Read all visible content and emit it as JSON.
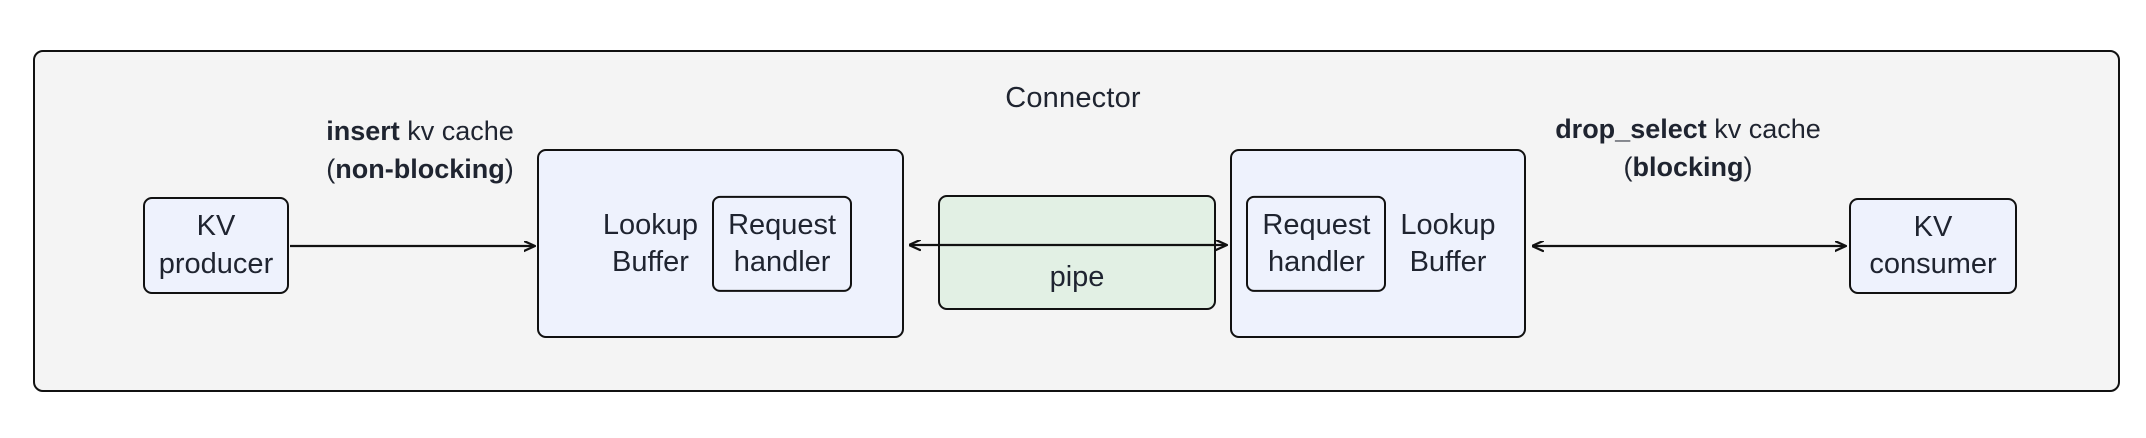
{
  "diagram": {
    "type": "flow-diagram",
    "title": "Connector",
    "background_color": "#ffffff",
    "frame": {
      "label": "Connector",
      "fill": "#f4f4f4",
      "stroke": "#111111"
    },
    "colors": {
      "node_fill": "#eef2fd",
      "pipe_fill": "#e2f0e4",
      "stroke": "#111111",
      "text": "#1f2430"
    },
    "nodes": {
      "kv_producer": {
        "line1": "KV",
        "line2": "producer"
      },
      "kv_consumer": {
        "line1": "KV",
        "line2": "consumer"
      },
      "buffer_left": {
        "label_line1": "Lookup",
        "label_line2": "Buffer",
        "handler_line1": "Request",
        "handler_line2": "handler",
        "order": "label-then-handler"
      },
      "buffer_right": {
        "label_line1": "Lookup",
        "label_line2": "Buffer",
        "handler_line1": "Request",
        "handler_line2": "handler",
        "order": "handler-then-label"
      },
      "pipe": {
        "label": "pipe"
      }
    },
    "edges": {
      "insert": {
        "bold_text": "insert",
        "rest_text": " kv cache",
        "second_open": "(",
        "second_bold": "non-blocking",
        "second_close": ")",
        "direction": "right"
      },
      "drop_select": {
        "bold_text": "drop_select",
        "rest_text": " kv cache",
        "second_open": "(",
        "second_bold": "blocking",
        "second_close": ")",
        "direction": "both"
      },
      "pipe_edge": {
        "direction": "both"
      }
    }
  }
}
